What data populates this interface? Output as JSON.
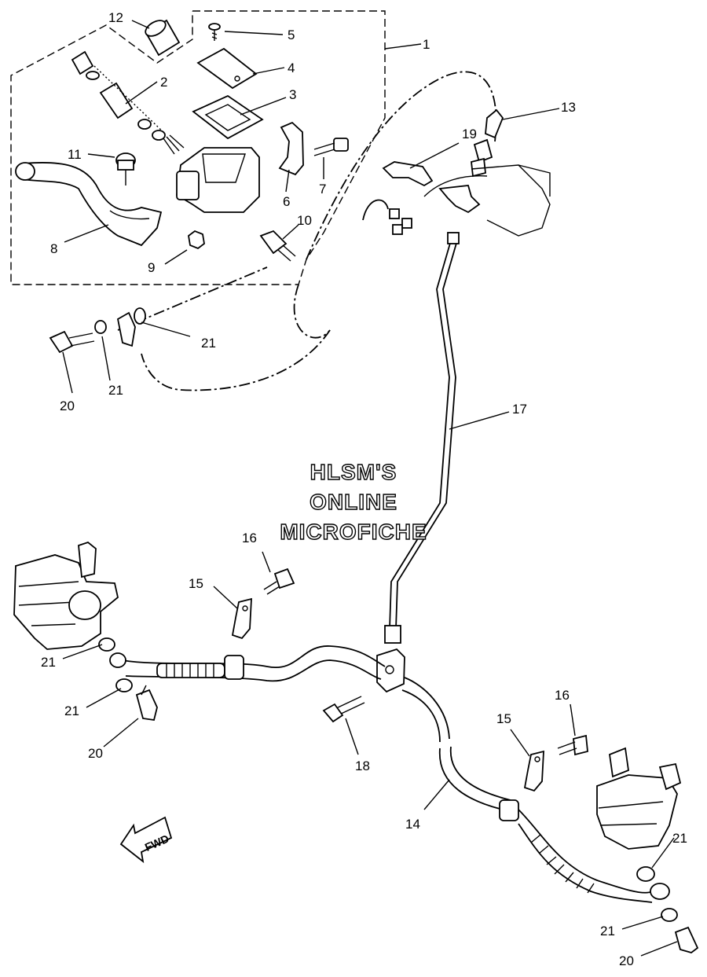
{
  "watermark": [
    "HLSM'S",
    "ONLINE",
    "MICROFICHE"
  ],
  "fwd_label": "FWD",
  "callouts": [
    "1",
    "2",
    "3",
    "4",
    "5",
    "6",
    "7",
    "8",
    "9",
    "10",
    "11",
    "12",
    "13",
    "14",
    "15",
    "15",
    "16",
    "16",
    "17",
    "18",
    "19",
    "20",
    "20",
    "20",
    "21",
    "21",
    "21",
    "21",
    "21",
    "21"
  ]
}
